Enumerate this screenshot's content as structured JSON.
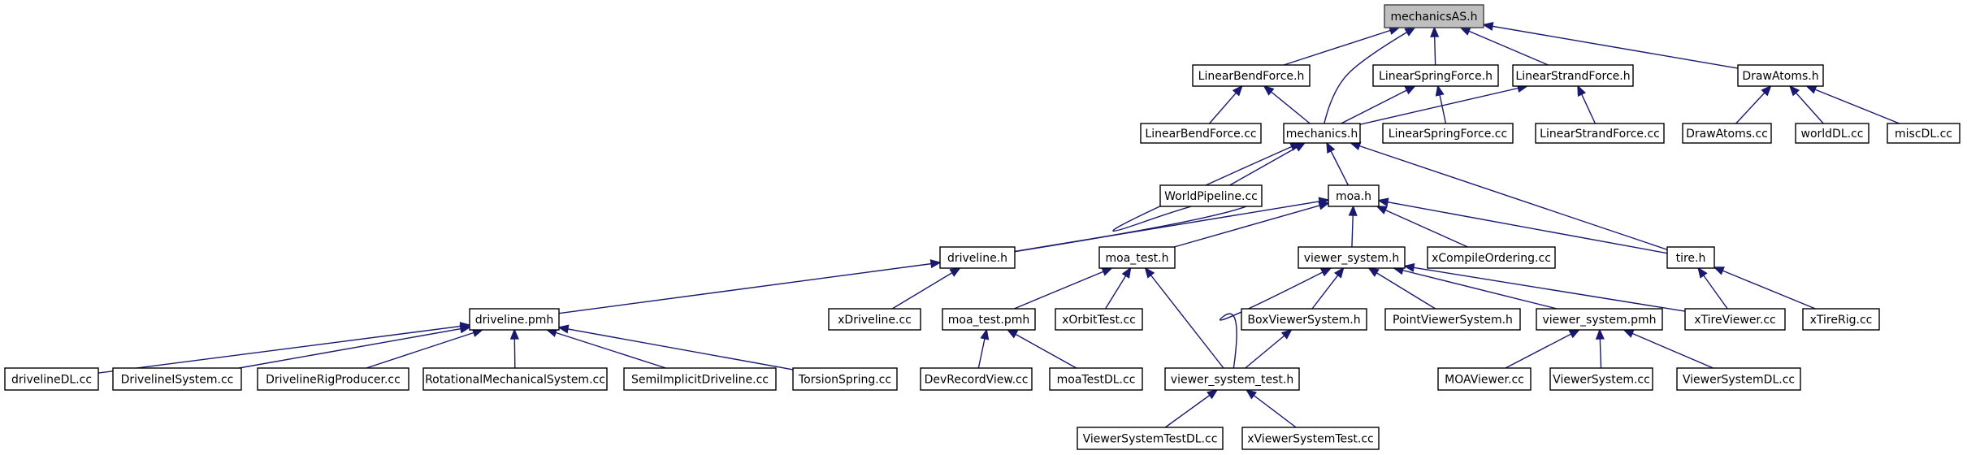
{
  "graph": {
    "root": "mechanicsAS.h",
    "colors": {
      "edge": "#191970",
      "node_border": "#000000",
      "root_fill": "#bfbfbf",
      "node_fill": "#ffffff"
    },
    "nodes": [
      {
        "id": "mechanicsAS.h",
        "label": "mechanicsAS.h"
      },
      {
        "id": "LinearBendForce.h",
        "label": "LinearBendForce.h"
      },
      {
        "id": "LinearSpringForce.h",
        "label": "LinearSpringForce.h"
      },
      {
        "id": "LinearStrandForce.h",
        "label": "LinearStrandForce.h"
      },
      {
        "id": "DrawAtoms.h",
        "label": "DrawAtoms.h"
      },
      {
        "id": "LinearBendForce.cc",
        "label": "LinearBendForce.cc"
      },
      {
        "id": "mechanics.h",
        "label": "mechanics.h"
      },
      {
        "id": "LinearSpringForce.cc",
        "label": "LinearSpringForce.cc"
      },
      {
        "id": "LinearStrandForce.cc",
        "label": "LinearStrandForce.cc"
      },
      {
        "id": "DrawAtoms.cc",
        "label": "DrawAtoms.cc"
      },
      {
        "id": "worldDL.cc",
        "label": "worldDL.cc"
      },
      {
        "id": "miscDL.cc",
        "label": "miscDL.cc"
      },
      {
        "id": "WorldPipeline.cc",
        "label": "WorldPipeline.cc"
      },
      {
        "id": "moa.h",
        "label": "moa.h"
      },
      {
        "id": "driveline.h",
        "label": "driveline.h"
      },
      {
        "id": "moa_test.h",
        "label": "moa_test.h"
      },
      {
        "id": "viewer_system.h",
        "label": "viewer_system.h"
      },
      {
        "id": "xCompileOrdering.cc",
        "label": "xCompileOrdering.cc"
      },
      {
        "id": "tire.h",
        "label": "tire.h"
      },
      {
        "id": "driveline.pmh",
        "label": "driveline.pmh"
      },
      {
        "id": "xDriveline.cc",
        "label": "xDriveline.cc"
      },
      {
        "id": "moa_test.pmh",
        "label": "moa_test.pmh"
      },
      {
        "id": "xOrbitTest.cc",
        "label": "xOrbitTest.cc"
      },
      {
        "id": "BoxViewerSystem.h",
        "label": "BoxViewerSystem.h"
      },
      {
        "id": "PointViewerSystem.h",
        "label": "PointViewerSystem.h"
      },
      {
        "id": "viewer_system.pmh",
        "label": "viewer_system.pmh"
      },
      {
        "id": "xTireViewer.cc",
        "label": "xTireViewer.cc"
      },
      {
        "id": "xTireRig.cc",
        "label": "xTireRig.cc"
      },
      {
        "id": "drivelineDL.cc",
        "label": "drivelineDL.cc"
      },
      {
        "id": "DrivelineISystem.cc",
        "label": "DrivelineISystem.cc"
      },
      {
        "id": "DrivelineRigProducer.cc",
        "label": "DrivelineRigProducer.cc"
      },
      {
        "id": "RotationalMechanicalSystem.cc",
        "label": "RotationalMechanicalSystem.cc"
      },
      {
        "id": "SemiImplicitDriveline.cc",
        "label": "SemiImplicitDriveline.cc"
      },
      {
        "id": "TorsionSpring.cc",
        "label": "TorsionSpring.cc"
      },
      {
        "id": "DevRecordView.cc",
        "label": "DevRecordView.cc"
      },
      {
        "id": "moaTestDL.cc",
        "label": "moaTestDL.cc"
      },
      {
        "id": "viewer_system_test.h",
        "label": "viewer_system_test.h"
      },
      {
        "id": "MOAViewer.cc",
        "label": "MOAViewer.cc"
      },
      {
        "id": "ViewerSystem.cc",
        "label": "ViewerSystem.cc"
      },
      {
        "id": "ViewerSystemDL.cc",
        "label": "ViewerSystemDL.cc"
      },
      {
        "id": "ViewerSystemTestDL.cc",
        "label": "ViewerSystemTestDL.cc"
      },
      {
        "id": "xViewerSystemTest.cc",
        "label": "xViewerSystemTest.cc"
      }
    ],
    "edges": [
      {
        "from": "LinearBendForce.h",
        "to": "mechanicsAS.h"
      },
      {
        "from": "mechanics.h",
        "to": "mechanicsAS.h"
      },
      {
        "from": "LinearSpringForce.h",
        "to": "mechanicsAS.h"
      },
      {
        "from": "LinearStrandForce.h",
        "to": "mechanicsAS.h"
      },
      {
        "from": "DrawAtoms.h",
        "to": "mechanicsAS.h"
      },
      {
        "from": "LinearBendForce.cc",
        "to": "LinearBendForce.h"
      },
      {
        "from": "mechanics.h",
        "to": "LinearBendForce.h"
      },
      {
        "from": "mechanics.h",
        "to": "LinearSpringForce.h"
      },
      {
        "from": "LinearSpringForce.cc",
        "to": "LinearSpringForce.h"
      },
      {
        "from": "mechanics.h",
        "to": "LinearStrandForce.h"
      },
      {
        "from": "LinearStrandForce.cc",
        "to": "LinearStrandForce.h"
      },
      {
        "from": "DrawAtoms.cc",
        "to": "DrawAtoms.h"
      },
      {
        "from": "worldDL.cc",
        "to": "DrawAtoms.h"
      },
      {
        "from": "miscDL.cc",
        "to": "DrawAtoms.h"
      },
      {
        "from": "WorldPipeline.cc",
        "to": "mechanics.h"
      },
      {
        "from": "driveline.h",
        "to": "mechanics.h"
      },
      {
        "from": "moa.h",
        "to": "mechanics.h"
      },
      {
        "from": "tire.h",
        "to": "mechanics.h"
      },
      {
        "from": "driveline.h",
        "to": "moa.h"
      },
      {
        "from": "moa_test.h",
        "to": "moa.h"
      },
      {
        "from": "viewer_system.h",
        "to": "moa.h"
      },
      {
        "from": "xCompileOrdering.cc",
        "to": "moa.h"
      },
      {
        "from": "tire.h",
        "to": "moa.h"
      },
      {
        "from": "driveline.pmh",
        "to": "driveline.h"
      },
      {
        "from": "xDriveline.cc",
        "to": "driveline.h"
      },
      {
        "from": "moa_test.pmh",
        "to": "moa_test.h"
      },
      {
        "from": "xOrbitTest.cc",
        "to": "moa_test.h"
      },
      {
        "from": "viewer_system_test.h",
        "to": "moa_test.h"
      },
      {
        "from": "viewer_system_test.h",
        "to": "viewer_system.h"
      },
      {
        "from": "BoxViewerSystem.h",
        "to": "viewer_system.h"
      },
      {
        "from": "PointViewerSystem.h",
        "to": "viewer_system.h"
      },
      {
        "from": "viewer_system.pmh",
        "to": "viewer_system.h"
      },
      {
        "from": "xTireViewer.cc",
        "to": "viewer_system.h"
      },
      {
        "from": "xTireViewer.cc",
        "to": "tire.h"
      },
      {
        "from": "xTireRig.cc",
        "to": "tire.h"
      },
      {
        "from": "drivelineDL.cc",
        "to": "driveline.pmh"
      },
      {
        "from": "DrivelineISystem.cc",
        "to": "driveline.pmh"
      },
      {
        "from": "DrivelineRigProducer.cc",
        "to": "driveline.pmh"
      },
      {
        "from": "RotationalMechanicalSystem.cc",
        "to": "driveline.pmh"
      },
      {
        "from": "SemiImplicitDriveline.cc",
        "to": "driveline.pmh"
      },
      {
        "from": "TorsionSpring.cc",
        "to": "driveline.pmh"
      },
      {
        "from": "DevRecordView.cc",
        "to": "moa_test.pmh"
      },
      {
        "from": "moaTestDL.cc",
        "to": "moa_test.pmh"
      },
      {
        "from": "viewer_system_test.h",
        "to": "BoxViewerSystem.h"
      },
      {
        "from": "MOAViewer.cc",
        "to": "viewer_system.pmh"
      },
      {
        "from": "ViewerSystem.cc",
        "to": "viewer_system.pmh"
      },
      {
        "from": "ViewerSystemDL.cc",
        "to": "viewer_system.pmh"
      },
      {
        "from": "ViewerSystemTestDL.cc",
        "to": "viewer_system_test.h"
      },
      {
        "from": "xViewerSystemTest.cc",
        "to": "viewer_system_test.h"
      }
    ]
  }
}
